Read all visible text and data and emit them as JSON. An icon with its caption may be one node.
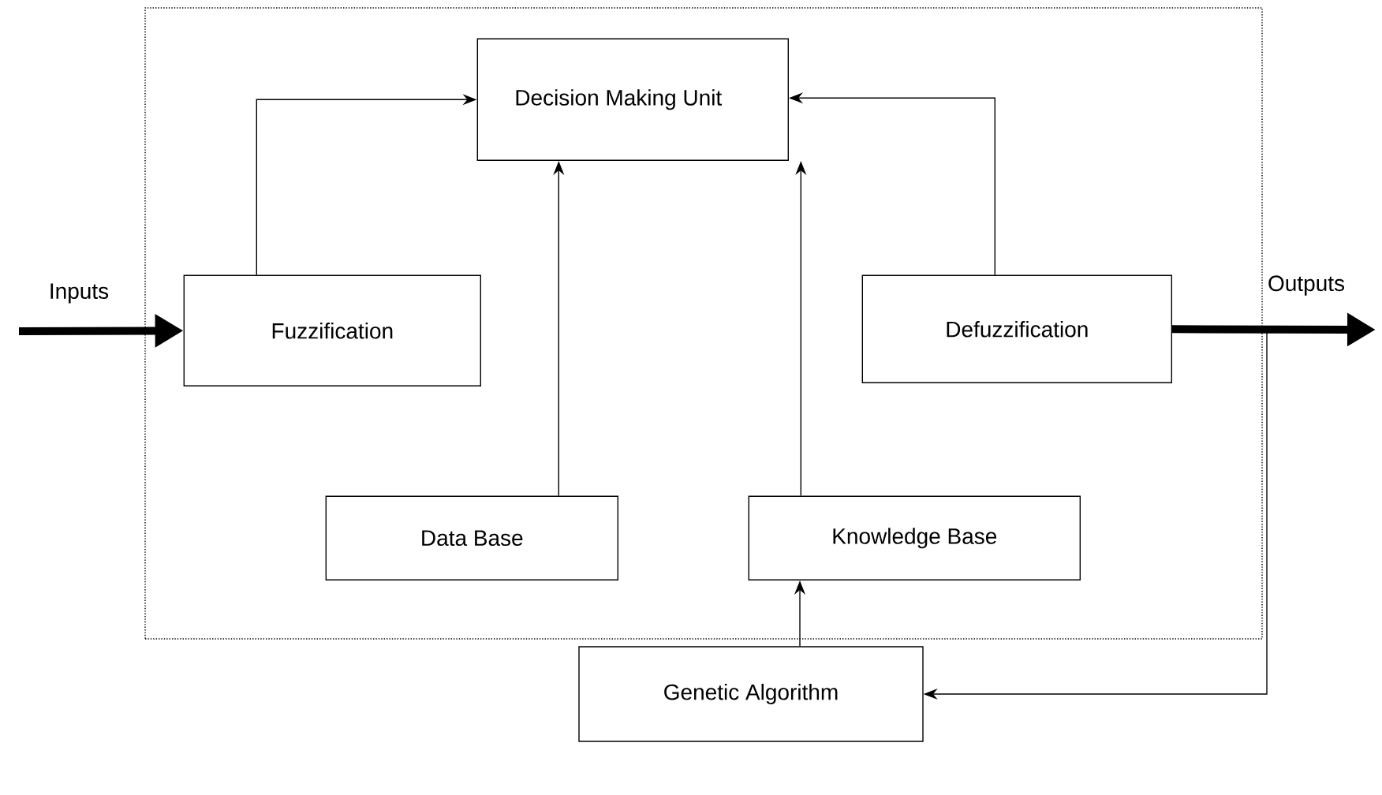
{
  "diagram": {
    "nodes": [
      {
        "text": [],
        "shape": "box"
      },
      {
        "text": [
          "Decision Making Unit"
        ],
        "in": 0
      },
      {
        "text": [
          "Fuzzification"
        ],
        "in": 0
      },
      {
        "text": [
          "Defuzzification"
        ],
        "in": 0
      },
      {
        "text": [
          "Data Base"
        ],
        "in": 0
      },
      {
        "text": [
          "Knowledge Base"
        ],
        "in": 0
      },
      {
        "text": [
          "Genetic Algorithm"
        ]
      }
    ],
    "edges": [
      {
        "from": null,
        "to": 2,
        "arrow": "to",
        "label": "Inputs",
        "style": "thick"
      },
      {
        "from": 2,
        "to": 1,
        "arrow": "to"
      },
      {
        "from": 3,
        "to": 1,
        "arrow": "to"
      },
      {
        "from": 4,
        "to": 1,
        "arrow": "to"
      },
      {
        "from": 5,
        "to": 1,
        "arrow": "to"
      },
      {
        "from": 6,
        "to": 5,
        "arrow": "to"
      },
      {
        "from": 3,
        "to": null,
        "arrow": "to",
        "label": "Outputs",
        "style": "thick"
      },
      {
        "from": 3,
        "to": 6,
        "arrow": "to"
      }
    ]
  }
}
